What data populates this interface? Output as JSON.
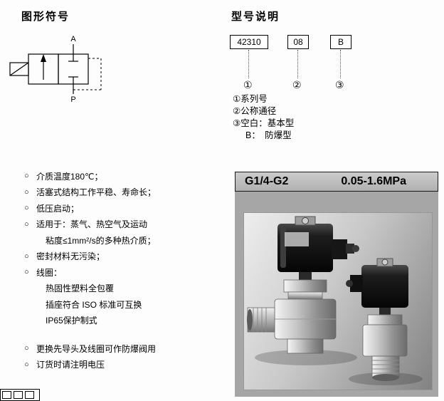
{
  "headings": {
    "symbol": "图形符号",
    "model": "型号说明"
  },
  "schematic": {
    "port_top": "A",
    "port_bottom": "P"
  },
  "model_code": {
    "boxes": [
      "42310",
      "08",
      "B"
    ],
    "markers": [
      "①",
      "②",
      "③"
    ],
    "legend": [
      "①系列号",
      "②公称通径",
      "③空白：基本型",
      "B：　防爆型"
    ]
  },
  "features": [
    {
      "bullet": "○",
      "text": "介质温度180℃；"
    },
    {
      "bullet": "○",
      "text": "活塞式结构工作平稳、寿命长；"
    },
    {
      "bullet": "○",
      "text": "低压启动；"
    },
    {
      "bullet": "○",
      "text": "适用于：蒸气、热空气及运动"
    },
    {
      "bullet": "",
      "text": "粘度≤1mm²/s的多种热介质；"
    },
    {
      "bullet": "○",
      "text": "密封材料无污染；"
    },
    {
      "bullet": "○",
      "text": "线圈："
    },
    {
      "bullet": "",
      "text": "热固性塑料全包覆"
    },
    {
      "bullet": "",
      "text": "插座符合 ISO 标准可互换"
    },
    {
      "bullet": "",
      "text": "IP65保护制式"
    },
    {
      "bullet": "○",
      "text": "更换先导头及线圈可作防爆阀用"
    },
    {
      "bullet": "○",
      "text": "订货时请注明电压"
    }
  ],
  "product_panel": {
    "range": "G1/4-G2",
    "pressure": "0.05-1.6MPa"
  }
}
